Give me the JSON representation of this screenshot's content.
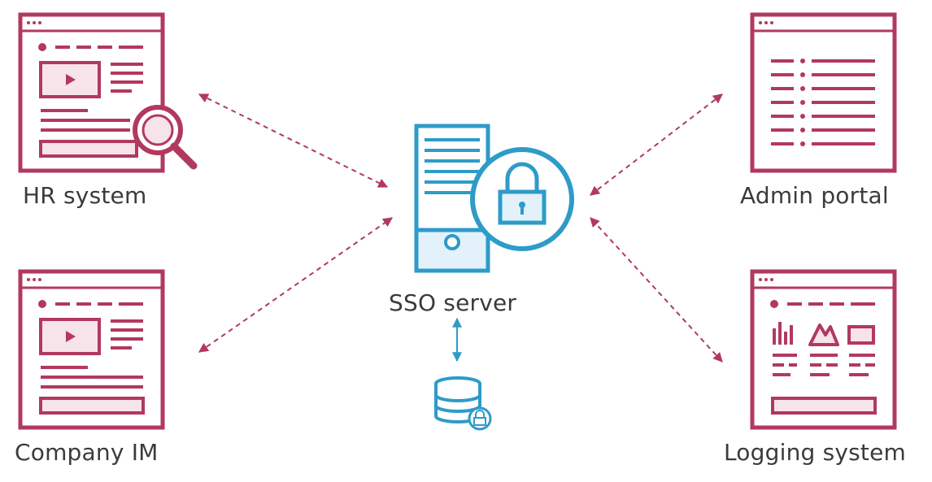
{
  "nodes": {
    "hr_system": {
      "label": "HR system",
      "icon": "browser-window-video-search-icon"
    },
    "company_im": {
      "label": "Company IM",
      "icon": "browser-window-video-icon"
    },
    "admin_portal": {
      "label": "Admin portal",
      "icon": "browser-window-list-icon"
    },
    "logging_system": {
      "label": "Logging system",
      "icon": "browser-window-charts-icon"
    },
    "sso_server": {
      "label": "SSO server",
      "icon": "server-lock-icon"
    },
    "database": {
      "icon": "database-lock-icon"
    }
  },
  "edges": [
    {
      "from": "hr_system",
      "to": "sso_server",
      "style": "dashed",
      "direction": "both"
    },
    {
      "from": "company_im",
      "to": "sso_server",
      "style": "dashed",
      "direction": "both"
    },
    {
      "from": "admin_portal",
      "to": "sso_server",
      "style": "dashed",
      "direction": "both"
    },
    {
      "from": "logging_system",
      "to": "sso_server",
      "style": "dashed",
      "direction": "both"
    },
    {
      "from": "sso_server",
      "to": "database",
      "style": "solid",
      "direction": "both"
    }
  ],
  "colors": {
    "app": "#b2395e",
    "app_fill": "#f7e3ea",
    "server": "#2e9bc9",
    "server_fill": "#e3f2fa",
    "text": "#3b3b3b",
    "arrow": "#b2395e"
  }
}
